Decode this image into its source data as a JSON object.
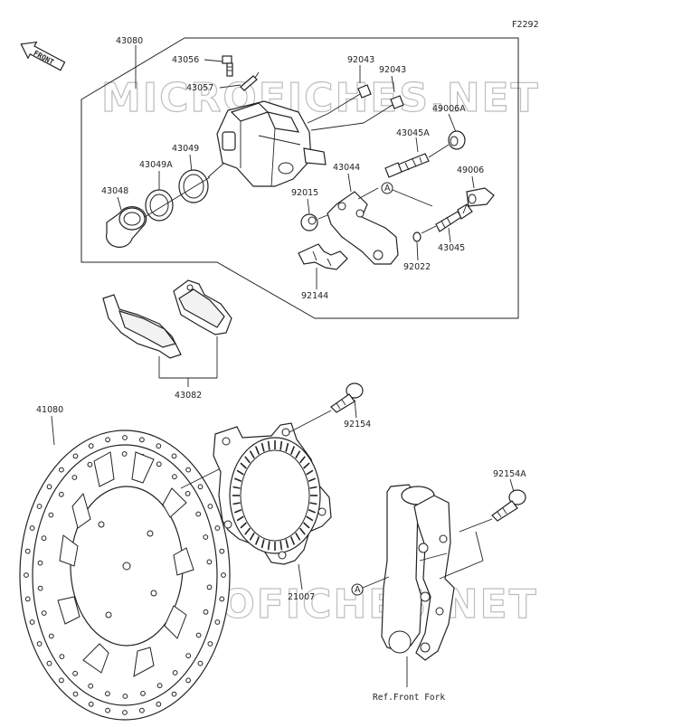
{
  "figure_code": "F2292",
  "direction_label": "FRONT",
  "watermarks": [
    "MICROFICHES.NET",
    "MICROFICHES.NET"
  ],
  "callout_marker": "A",
  "parts": {
    "p43080": "43080",
    "p43056": "43056",
    "p43057": "43057",
    "p92043a": "92043",
    "p92043b": "92043",
    "p49006A": "49006A",
    "p43045A": "43045A",
    "p43049": "43049",
    "p43049A": "43049A",
    "p43048": "43048",
    "p43044": "43044",
    "p92015": "92015",
    "p49006": "49006",
    "p43045": "43045",
    "p92022": "92022",
    "p92144": "92144",
    "p43082": "43082",
    "p41080": "41080",
    "p92154": "92154",
    "p92154A": "92154A",
    "p21007": "21007"
  },
  "ref_label": "Ref.Front Fork"
}
